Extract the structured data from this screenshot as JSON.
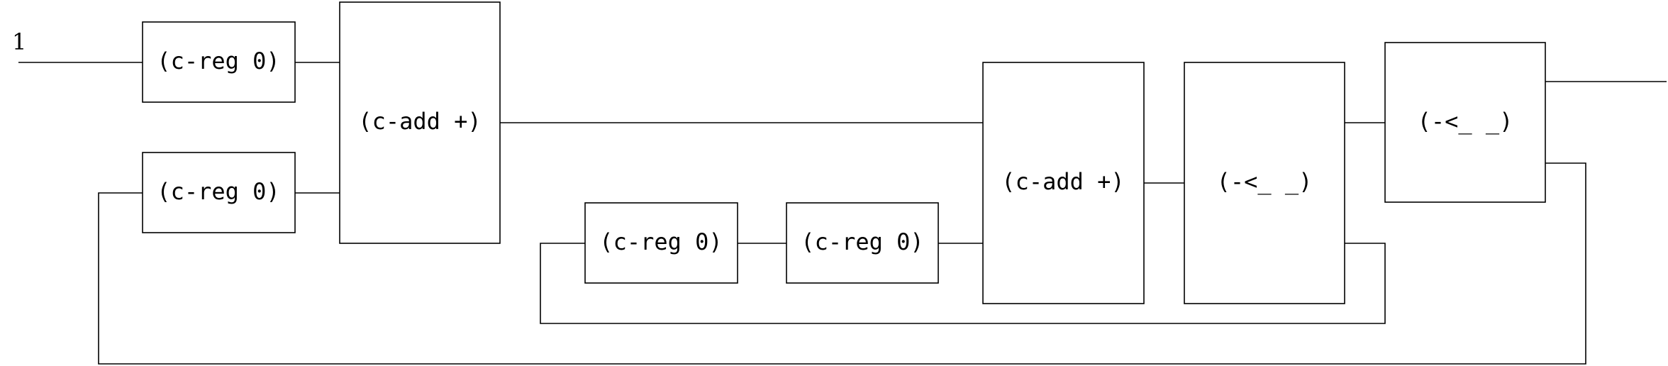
{
  "diagram": {
    "input_label": "1",
    "blocks": {
      "reg_a": "(c-reg 0)",
      "reg_b": "(c-reg 0)",
      "add_a": "(c-add +)",
      "reg_c": "(c-reg 0)",
      "reg_d": "(c-reg 0)",
      "add_b": "(c-add +)",
      "split_a": "(-<_ _)",
      "split_b": "(-<_ _)"
    }
  }
}
